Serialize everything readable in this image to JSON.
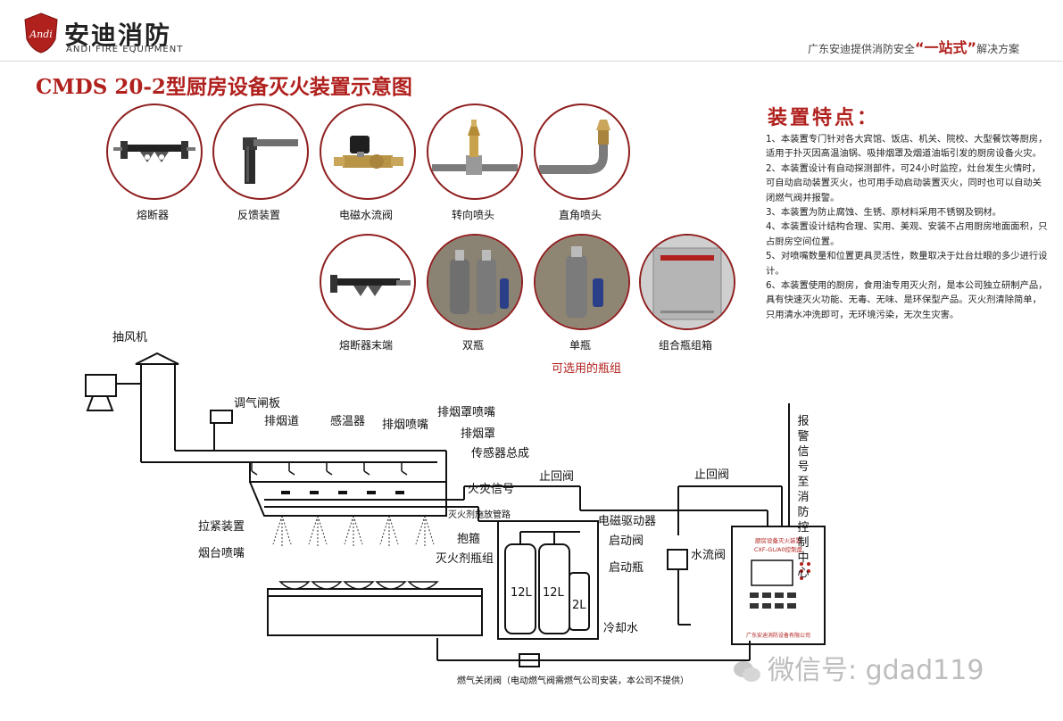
{
  "header": {
    "brand_cn": "安迪消防",
    "brand_en": "ANDI FIRE EQUIPMENT",
    "logo_text": "Andi",
    "tagline_prefix": "广东安迪提供消防安全",
    "tagline_highlight": "“一站式”",
    "tagline_suffix": "解决方案"
  },
  "title": "CMDS 20-2型厨房设备灭火装置示意图",
  "components": [
    {
      "label": "熔断器",
      "icon": "fuse-device"
    },
    {
      "label": "反馈装置",
      "icon": "feedback-pipe"
    },
    {
      "label": "电磁水流阀",
      "icon": "solenoid-valve"
    },
    {
      "label": "转向喷头",
      "icon": "swivel-nozzle"
    },
    {
      "label": "直角喷头",
      "icon": "elbow-nozzle"
    },
    {
      "label": "熔断器末端",
      "icon": "fuse-end"
    },
    {
      "label": "双瓶",
      "icon": "double-cylinder"
    },
    {
      "label": "单瓶",
      "icon": "single-cylinder"
    },
    {
      "label": "组合瓶组箱",
      "icon": "cabinet-box"
    }
  ],
  "optional_label": "可选用的瓶组",
  "features": {
    "title": "装置特点：",
    "items": [
      "1、本装置专门针对各大宾馆、饭店、机关、院校、大型餐饮等厨房，适用于扑灭因高温油锅、吸排烟罩及烟道油垢引发的厨房设备火灾。",
      "2、本装置设计有自动探测部件，可24小时监控，灶台发生火情时，可自动启动装置灭火，也可用手动启动装置灭火，同时也可以自动关闭燃气阀并报警。",
      "3、本装置为防止腐蚀、生锈、原材料采用不锈钢及铜材。",
      "4、本装置设计结构合理、实用、美观、安装不占用厨房地面面积，只占厨房空间位置。",
      "5、对喷嘴数量和位置更具灵活性，数量取决于灶台灶眼的多少进行设计。",
      "6、本装置使用的厨房，食用油专用灭火剂，是本公司独立研制产品，具有快速灭火功能、无毒、无味、是环保型产品。灭火剂清除简单，只用清水冲洗即可，无环境污染，无次生灾害。"
    ]
  },
  "diagram": {
    "fan": "抽风机",
    "damper": "调气闸板",
    "duct": "排烟道",
    "temp_sensor": "感温器",
    "smoke_nozzle": "排烟喷嘴",
    "hood_nozzle": "排烟罩喷嘴",
    "hood": "排烟罩",
    "sensor_assembly": "传感器总成",
    "fire_signal": "火灾信号",
    "agent_pipe": "灭火剂施放管路",
    "tension": "拉紧装置",
    "stove_nozzle": "烟台喷嘴",
    "check_valve_1": "止回阀",
    "check_valve_2": "止回阀",
    "solenoid_driver": "电磁驱动器",
    "start_valve": "启动阀",
    "clamp": "抱箍",
    "start_bottle": "启动瓶",
    "cylinder_group": "灭火剂瓶组",
    "cyl_1": "12L",
    "cyl_2": "12L",
    "cyl_3": "2L",
    "cooling_water": "冷却水",
    "water_flow_valve": "水流阀",
    "alarm": "报警信号至消防控制中心",
    "gas_valve": "燃气关闭阀（电动燃气阀需燃气公司安装，本公司不提供）",
    "panel_title_1": "厨房设备灭火装置",
    "panel_title_2": "CXF-GL/A0控制盘",
    "panel_maker": "广东安迪消防设备有限公司"
  },
  "watermark": "微信号: gdad119",
  "colors": {
    "accent": "#b0201d",
    "circle_border": "#8e1e1e",
    "line": "#111111"
  }
}
